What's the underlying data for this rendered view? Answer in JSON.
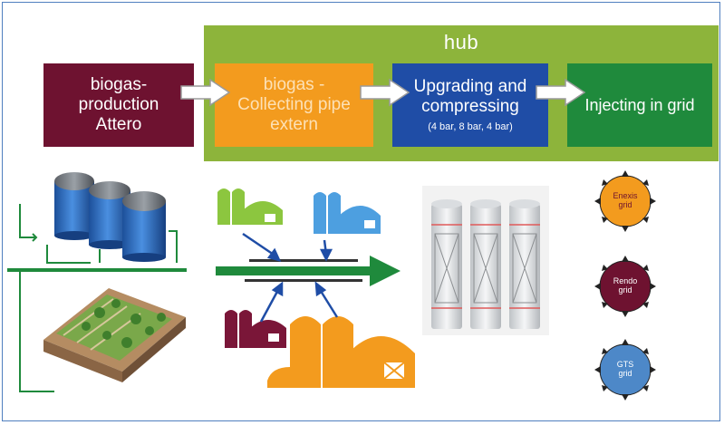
{
  "hub": {
    "title": "hub"
  },
  "steps": [
    {
      "label": "biogas-\nproduction\nAttero"
    },
    {
      "label": "biogas -\nCollecting pipe\nextern"
    },
    {
      "label": "Upgrading and\ncompressing",
      "sub": "(4 bar, 8 bar, 4 bar)"
    },
    {
      "label": "Injecting in grid"
    }
  ],
  "grids": [
    {
      "label": "Enexis\ngrid",
      "color": "#f39b1e",
      "text_color": "#6e1230"
    },
    {
      "label": "Rendo\ngrid",
      "color": "#6e1230",
      "text_color": "#ffffff"
    },
    {
      "label": "GTS\ngrid",
      "color": "#4d88c8",
      "text_color": "#ffffff"
    }
  ],
  "colors": {
    "frame": "#4f7fbf",
    "hub": "#8db43b",
    "production": "#6e1230",
    "collecting": "#f39b1e",
    "upgrading": "#1f4da6",
    "injecting": "#1f8a3c",
    "pipe": "#1f8a3c"
  },
  "icons": [
    "digester-tanks-icon",
    "landfill-icon",
    "farm-silo-icon",
    "gas-cylinder-icon",
    "grid-node-icon",
    "arrow-icon"
  ]
}
